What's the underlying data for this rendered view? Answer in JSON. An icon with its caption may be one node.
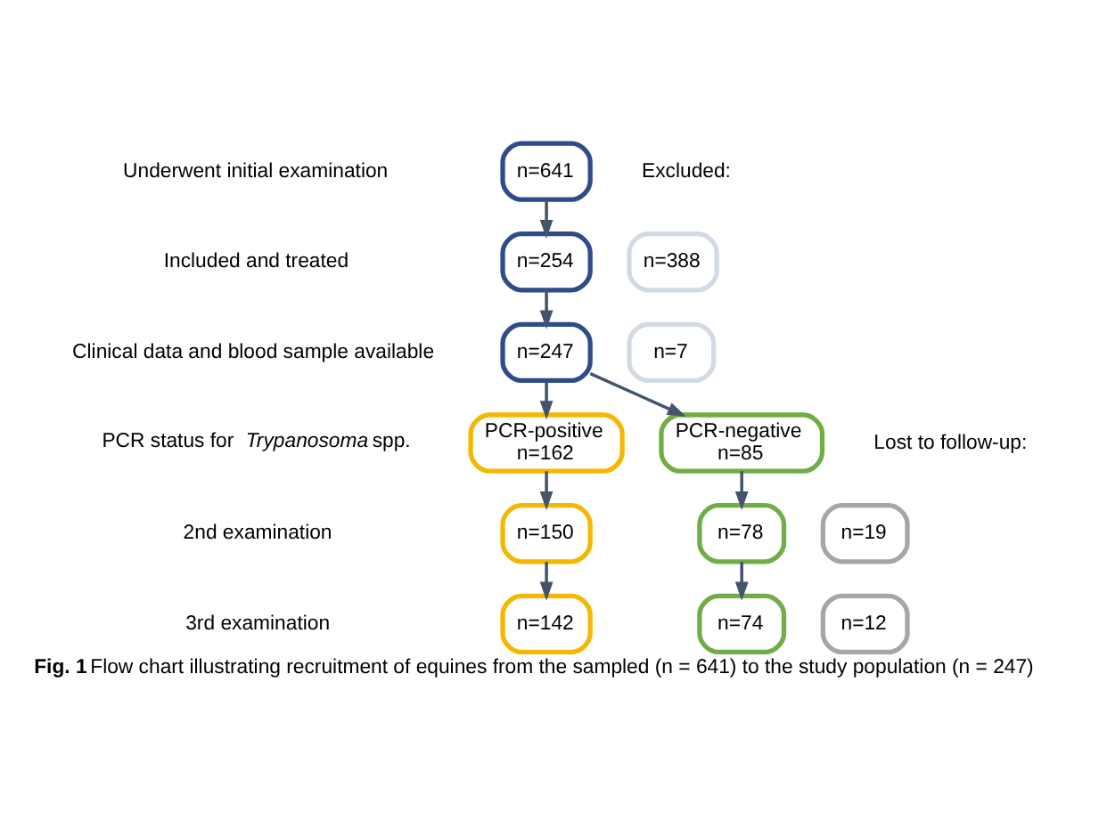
{
  "diagram": {
    "caption": "**Fig. 1** Flow chart illustrating recruitment of equines from the sampled (n = 641) to the study population (n = 247)",
    "nodes": [
      {
        "text": [
          "n=641"
        ]
      },
      {
        "text": [
          "n=254"
        ]
      },
      {
        "text": [
          "n=388"
        ]
      },
      {
        "text": [
          "n=247"
        ]
      },
      {
        "text": [
          "n=7"
        ]
      },
      {
        "text": [
          "PCR-positive",
          "n=162"
        ]
      },
      {
        "text": [
          "PCR-negative",
          "n=85"
        ]
      },
      {
        "text": [
          "n=150"
        ]
      },
      {
        "text": [
          "n=78"
        ]
      },
      {
        "text": [
          "n=19"
        ]
      },
      {
        "text": [
          "n=142"
        ]
      },
      {
        "text": [
          "n=74"
        ]
      },
      {
        "text": [
          "n=12"
        ]
      }
    ],
    "edges": [
      {
        "from": 0,
        "to": 1,
        "arrow": "to"
      },
      {
        "from": 1,
        "to": 3,
        "arrow": "to"
      },
      {
        "from": 3,
        "to": 5,
        "arrow": "to"
      },
      {
        "from": 3,
        "to": 6,
        "arrow": "to"
      },
      {
        "from": 5,
        "to": 7,
        "arrow": "to"
      },
      {
        "from": 6,
        "to": 8,
        "arrow": "to"
      },
      {
        "from": 7,
        "to": 10,
        "arrow": "to"
      },
      {
        "from": 8,
        "to": 11,
        "arrow": "to"
      }
    ],
    "labels": [
      "Underwent initial examination",
      "Excluded:",
      "Included and treated",
      "Clinical data and blood sample available",
      "PCR status for *Trypanosoma* spp.",
      "Lost to follow-up:",
      "2nd examination",
      "3rd examination"
    ]
  }
}
